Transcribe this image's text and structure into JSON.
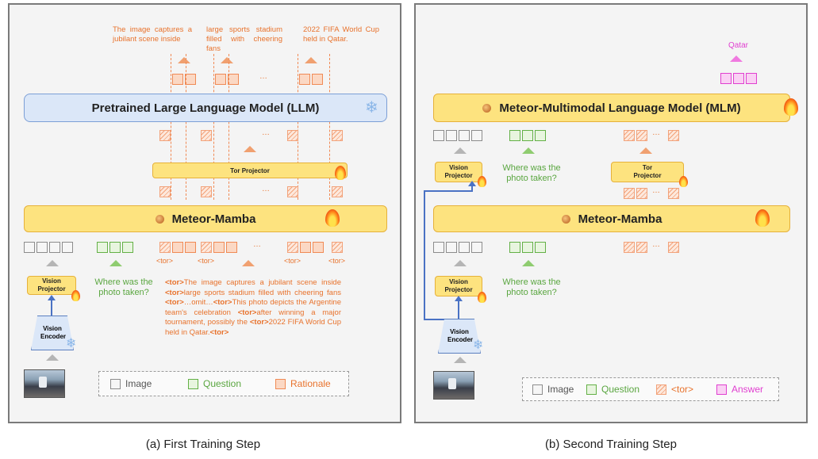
{
  "panel_a": {
    "caption": "(a) First Training Step",
    "top_texts": [
      "The image captures a jubilant scene inside",
      "large sports stadium filled with cheering fans",
      "2022 FIFA World Cup held in Qatar."
    ],
    "llm_label": "Pretrained Large Language Model (LLM)",
    "tor_projector_label": "Tor Projector",
    "mamba_label": "Meteor-Mamba",
    "tor_tokens": [
      "<tor>",
      "<tor>",
      "<tor>",
      "<tor>"
    ],
    "vision_projector_label": "Vision Projector",
    "vision_encoder_label": "Vision Encoder",
    "question": "Where was the photo taken?",
    "rationale": {
      "tor1": "<tor>",
      "t1": "The image captures a jubilant scene inside ",
      "tor2": "<tor>",
      "t2": "large sports stadium filled with cheering fans",
      "tor3": "<tor>",
      "t3": "…omit…",
      "tor4": "<tor>",
      "t4": "This photo depicts the Argentine team's celebration ",
      "tor5": "<tor>",
      "t5": "after winning a major tournament, possibly the ",
      "tor6": "<tor>",
      "t6": "2022 FIFA World Cup held in Qatar.",
      "tor7": "<tor>"
    },
    "legend": {
      "image": "Image",
      "question": "Question",
      "rationale": "Rationale"
    },
    "ellipsis": "…"
  },
  "panel_b": {
    "caption": "(b) Second Training Step",
    "answer_text": "Qatar",
    "mlm_label": "Meteor-Multimodal Language Model (MLM)",
    "vision_projector_label": "Vision Projector",
    "tor_projector_label": "Tor Projector",
    "question_upper": "Where was the photo taken?",
    "mamba_label": "Meteor-Mamba",
    "question_lower": "Where was the photo taken?",
    "vision_encoder_label": "Vision Encoder",
    "legend": {
      "image": "Image",
      "question": "Question",
      "tor": "<tor>",
      "answer": "Answer"
    },
    "ellipsis": "…"
  },
  "colors": {
    "llm_bg": "#dbe7f8",
    "mamba_bg": "#fde37f",
    "rationale": "#e8722c",
    "question": "#5aa640",
    "answer": "#e040d0"
  },
  "icons": [
    "flame-icon",
    "snowflake-icon",
    "meteor-icon"
  ]
}
